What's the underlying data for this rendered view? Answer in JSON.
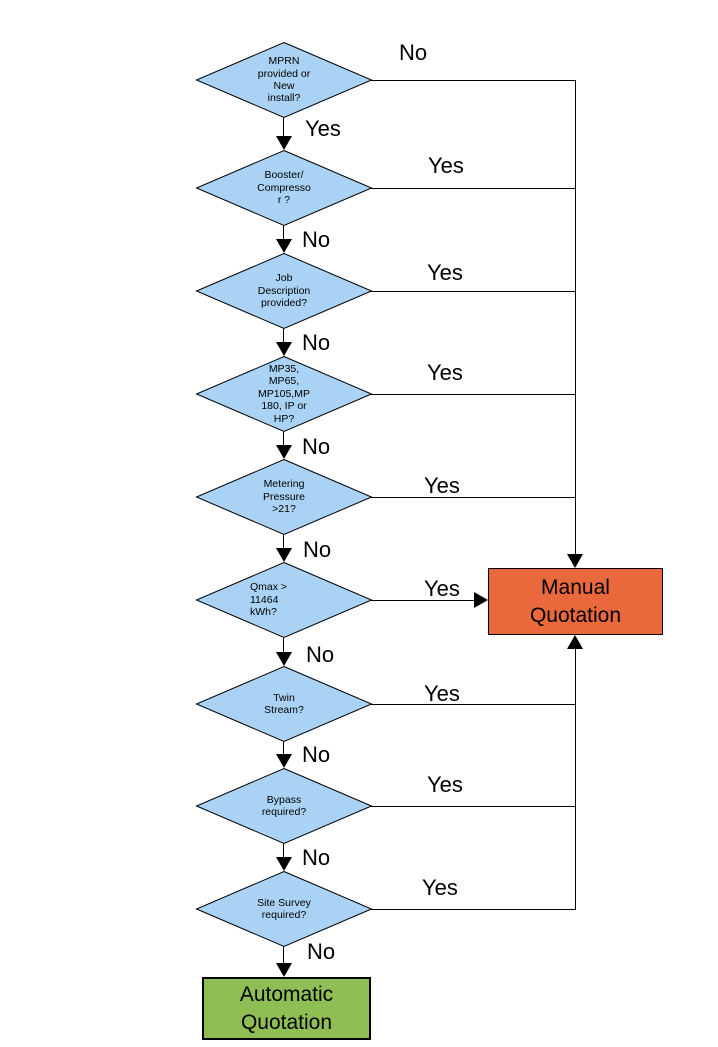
{
  "colors": {
    "decision_fill": "#a9d2f4",
    "manual_fill": "#e9683c",
    "automatic_fill": "#8fbe55",
    "line": "#000000",
    "text": "#000000",
    "background": "#ffffff"
  },
  "flowchart": {
    "decisions": [
      {
        "label": "MPRN\nprovided or\nNew\ninstall?",
        "right_branch": "No",
        "down_branch": "Yes"
      },
      {
        "label": "Booster/\nCompresso\nr ?",
        "right_branch": "Yes",
        "down_branch": "No"
      },
      {
        "label": "Job\nDescription\nprovided?",
        "right_branch": "Yes",
        "down_branch": "No"
      },
      {
        "label": "MP35,\nMP65,\nMP105,MP\n180, IP or\nHP?",
        "right_branch": "Yes",
        "down_branch": "No"
      },
      {
        "label": "Metering\nPressure\n>21?",
        "right_branch": "Yes",
        "down_branch": "No"
      },
      {
        "label": "Qmax >\n11464\nkWh?",
        "right_branch": "Yes",
        "down_branch": "No"
      },
      {
        "label": "Twin\nStream?",
        "right_branch": "Yes",
        "down_branch": "No"
      },
      {
        "label": "Bypass\nrequired?",
        "right_branch": "Yes",
        "down_branch": "No"
      },
      {
        "label": "Site Survey\nrequired?",
        "right_branch": "Yes",
        "down_branch": "No"
      }
    ],
    "outcomes": {
      "manual": "Manual\nQuotation",
      "automatic": "Automatic\nQuotation"
    }
  }
}
